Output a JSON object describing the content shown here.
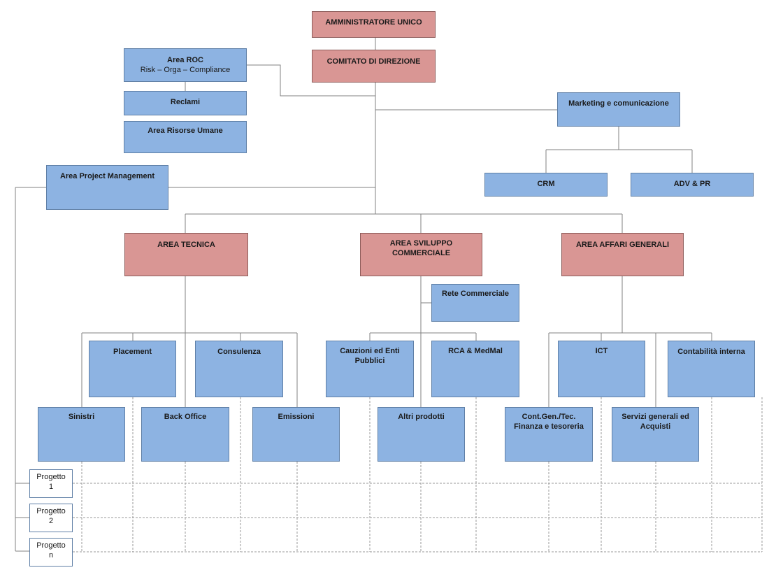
{
  "colors": {
    "head": "#d99694",
    "unit": "#8db3e2",
    "line": "#808080",
    "grid": "#9a9a9a"
  },
  "top": {
    "amministratore": "AMMINISTRATORE UNICO",
    "comitato": "COMITATO DI DIREZIONE"
  },
  "staff": {
    "roc_title": "Area ROC",
    "roc_subtitle": "Risk – Orga – Compliance",
    "reclami": "Reclami",
    "risorse_umane": "Area Risorse Umane",
    "project_management": "Area Project Management",
    "marketing": "Marketing e  comunicazione",
    "crm": "CRM",
    "adv_pr": "ADV & PR"
  },
  "areas": {
    "tecnica": "AREA TECNICA",
    "sviluppo_line1": "AREA SVILUPPO",
    "sviluppo_line2": "COMMERCIALE",
    "affari_generali": "AREA AFFARI GENERALI"
  },
  "units": {
    "placement": "Placement",
    "consulenza": "Consulenza",
    "sinistri": "Sinistri",
    "back_office": "Back Office",
    "emissioni": "Emissioni",
    "rete_commerciale": "Rete Commerciale",
    "cauzioni_line1": "Cauzioni ed Enti",
    "cauzioni_line2": "Pubblici",
    "rca_medmal": "RCA & MedMal",
    "altri_prodotti": "Altri prodotti",
    "ict": "ICT",
    "contabilita_interna": "Contabilità interna",
    "contgen_line1": "Cont.Gen./Tec.",
    "contgen_line2": "Finanza e tesoreria",
    "servizi_line1": "Servizi generali ed",
    "servizi_line2": "Acquisti"
  },
  "projects": [
    {
      "label": "Progetto",
      "num": "1"
    },
    {
      "label": "Progetto",
      "num": "2"
    },
    {
      "label": "Progetto",
      "num": "n"
    }
  ]
}
